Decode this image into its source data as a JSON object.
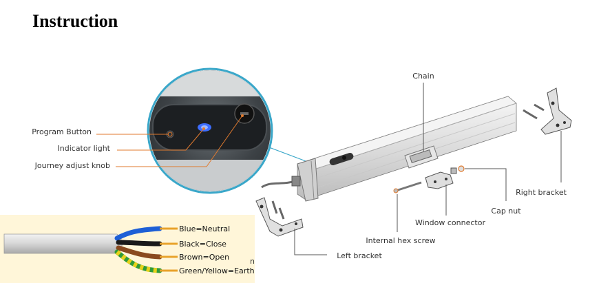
{
  "title": "Instruction",
  "callouts": {
    "program_button": "Program Button",
    "indicator_light": "Indicator light",
    "journey_adjust_knob": "Journey adjust knob"
  },
  "parts": {
    "chain": "Chain",
    "right_bracket": "Right    bracket",
    "cap_nut": "Cap    nut",
    "window_connector": "Window    connector",
    "internal_hex_screw": "Internal    hex    screw",
    "left_bracket": "Left    bracket"
  },
  "wires": {
    "blue": "Blue=Neutral",
    "black": "Black=Close",
    "brown": "Brown=Open",
    "green_yellow": "Green/Yellow=Earth"
  },
  "colors": {
    "leader": "#e07a2e",
    "cyan_line": "#3aa7c9",
    "wire_panel_bg": "#fff6d9",
    "blue": "#1e5fd6",
    "black": "#1a1a1a",
    "brown": "#8a4a1f",
    "green": "#2f9a3a",
    "yellow": "#e6d21c",
    "copper": "#e8a22a"
  }
}
